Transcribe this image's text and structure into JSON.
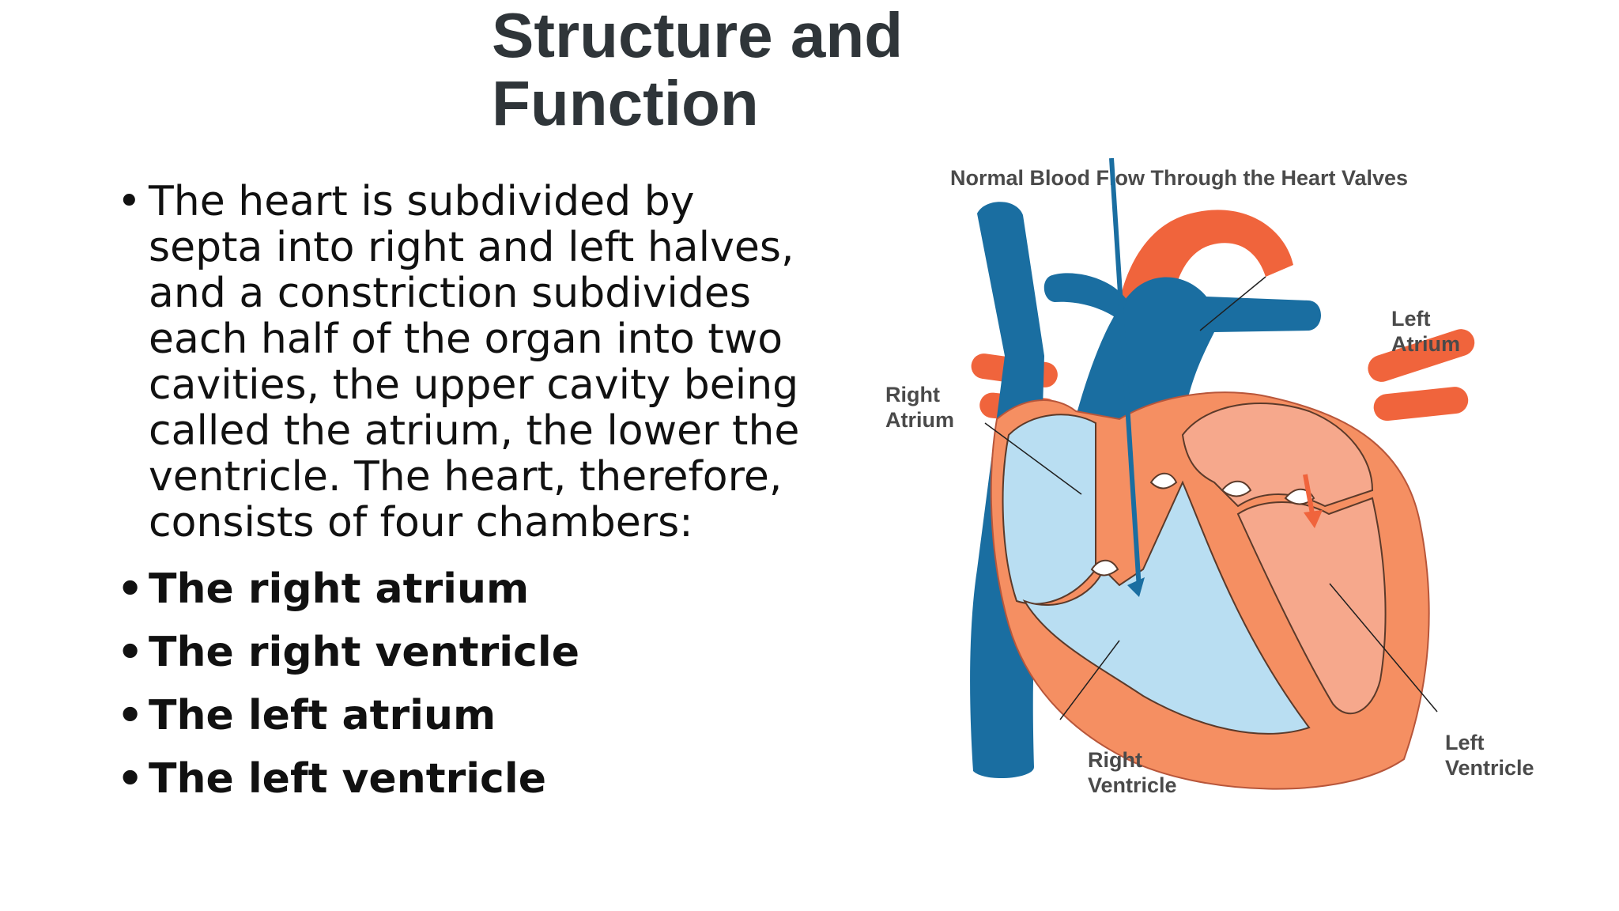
{
  "title": "Structure and\nFunction",
  "title_line1": "Structure and",
  "title_line2": "Function",
  "bullets": [
    {
      "text": "The heart is subdivided by septa into right and left halves, and a constriction subdivides each half of the organ into two cavities, the upper cavity being called the atrium, the lower the ventricle. The heart, therefore, consists of four chambers:"
    },
    {
      "text": "The right atrium"
    },
    {
      "text": "The right ventricle"
    },
    {
      "text": "The left atrium"
    },
    {
      "text": "The left ventricle"
    }
  ],
  "diagram": {
    "title": "Normal Blood Flow Through the Heart Valves",
    "labels": {
      "right_atrium_1": "Right",
      "right_atrium_2": "Atrium",
      "left_atrium_1": "Left",
      "left_atrium_2": "Atrium",
      "right_ventricle_1": "Right",
      "right_ventricle_2": "Ventricle",
      "left_ventricle_1": "Left",
      "left_ventricle_2": "Ventricle"
    },
    "colors": {
      "deoxygenated": "#1a6ea1",
      "oxygenated": "#f0643c",
      "right_chamber": "#b9def2",
      "left_chamber": "#f6a88c",
      "wall": "#f58f62"
    }
  }
}
